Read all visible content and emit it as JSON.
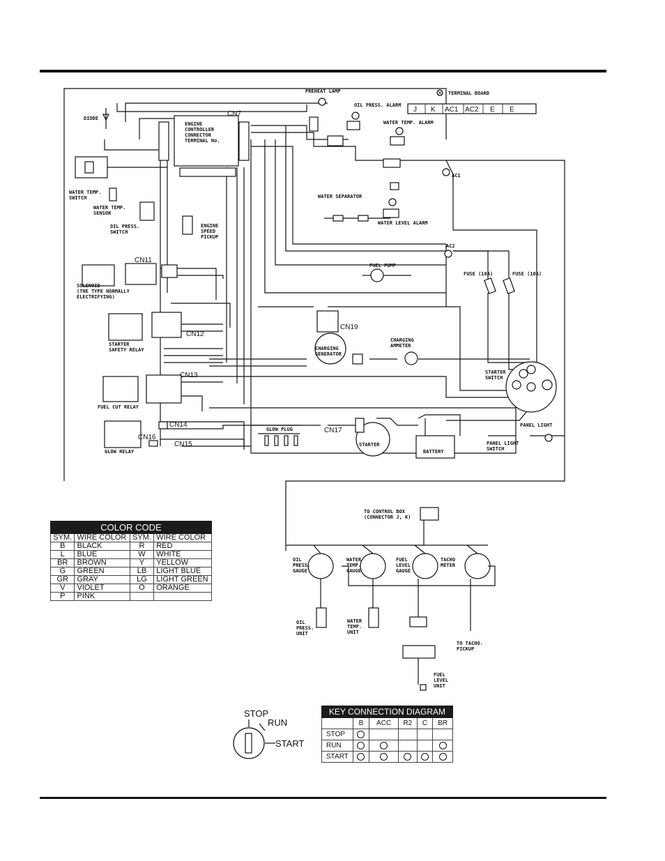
{
  "labels": {
    "terminal_board": "TERMINAL BOARD",
    "terminals": [
      "J",
      "K",
      "AC1",
      "AC2",
      "E",
      "E"
    ],
    "preheat_lamp": "PREHEAT LAMP",
    "oil_press_alarm": "OIL PRESS. ALARM",
    "water_temp_alarm": "WATER TEMP. ALARM",
    "water_separator": "WATER SEPARATOR",
    "water_level_alarm": "WATER LEVEL ALARM",
    "diode": "DIODE",
    "water_temp_switch": [
      "WATER TEMP.",
      "SWITCH"
    ],
    "water_temp_sensor": [
      "WATER TEMP.",
      "SENSOR"
    ],
    "oil_press_switch": [
      "OIL PRESS.",
      "SWITCH"
    ],
    "engine_controller": [
      "ENGINE",
      "CONTROLLER",
      "CONNECTOR",
      "TERMINAL No."
    ],
    "engine_speed_pickup": [
      "ENGINE",
      "SPEED",
      "PICKUP"
    ],
    "solenoid": [
      "SOLENOID",
      "(THE TYPE NORMALLY",
      "ELECTRIFYING)"
    ],
    "starter_safety_relay": [
      "STARTER",
      "SAFETY RELAY"
    ],
    "fuel_cut_relay": "FUEL CUT RELAY",
    "glow_relay": "GLOW RELAY",
    "glow_plug": "GLOW PLUG",
    "fuel_pump": "FUEL PUMP",
    "charging_generator": [
      "CHARGING",
      "GENERATOR"
    ],
    "charging_ammeter": [
      "CHARGING",
      "AMMETER"
    ],
    "starter_switch": [
      "STARTER",
      "SWITCH"
    ],
    "panel_light": "PANEL LIGHT",
    "panel_light_switch": [
      "PANEL LIGHT",
      "SWITCH"
    ],
    "starter": "STARTER",
    "battery": "BATTERY",
    "fuse_1": "FUSE (10A)",
    "fuse_2": "FUSE (10A)",
    "ac1": "AC1",
    "ac2": "AC2",
    "connectors": [
      "CN7",
      "CN11",
      "CN12",
      "CN13",
      "CN14",
      "CN15",
      "CN16",
      "CN17",
      "CN19"
    ],
    "to_control_box": [
      "TO CONTROL BOX",
      "(CONNECTOR J, K)"
    ],
    "oil_press_gauge": [
      "OIL",
      "PRESS.",
      "GAUGE"
    ],
    "water_temp_gauge": [
      "WATER",
      "TEMP.",
      "GAUGE"
    ],
    "fuel_level_gauge": [
      "FUEL",
      "LEVEL",
      "GAUGE"
    ],
    "tacho_meter": [
      "TACHO",
      "METER"
    ],
    "oil_press_unit": [
      "OIL",
      "PRESS.",
      "UNIT"
    ],
    "water_temp_unit": [
      "WATER",
      "TEMP.",
      "UNIT"
    ],
    "fuel_level_unit": [
      "FUEL",
      "LEVEL",
      "UNIT"
    ],
    "to_tacho_pickup": [
      "TO TACHO.",
      "PICKUP"
    ],
    "key_positions": [
      "STOP",
      "RUN",
      "START"
    ]
  },
  "color_code": {
    "title": "COLOR CODE",
    "headers": [
      "SYM.",
      "WIRE COLOR",
      "SYM.",
      "WIRE COLOR"
    ],
    "rows": [
      [
        "B",
        "BLACK",
        "R",
        "RED"
      ],
      [
        "L",
        "BLUE",
        "W",
        "WHITE"
      ],
      [
        "BR",
        "BROWN",
        "Y",
        "YELLOW"
      ],
      [
        "G",
        "GREEN",
        "LB",
        "LIGHT BLUE"
      ],
      [
        "GR",
        "GRAY",
        "LG",
        "LIGHT GREEN"
      ],
      [
        "V",
        "VIOLET",
        "O",
        "ORANGE"
      ],
      [
        "P",
        "PINK",
        "",
        ""
      ]
    ]
  },
  "key_connection": {
    "title": "KEY CONNECTION DIAGRAM",
    "columns": [
      "",
      "B",
      "ACC",
      "R2",
      "C",
      "BR"
    ],
    "rows": [
      {
        "label": "STOP",
        "dots": [
          true,
          false,
          false,
          false,
          false
        ]
      },
      {
        "label": "RUN",
        "dots": [
          true,
          true,
          false,
          false,
          true
        ]
      },
      {
        "label": "START",
        "dots": [
          true,
          true,
          true,
          true,
          true
        ]
      }
    ]
  }
}
